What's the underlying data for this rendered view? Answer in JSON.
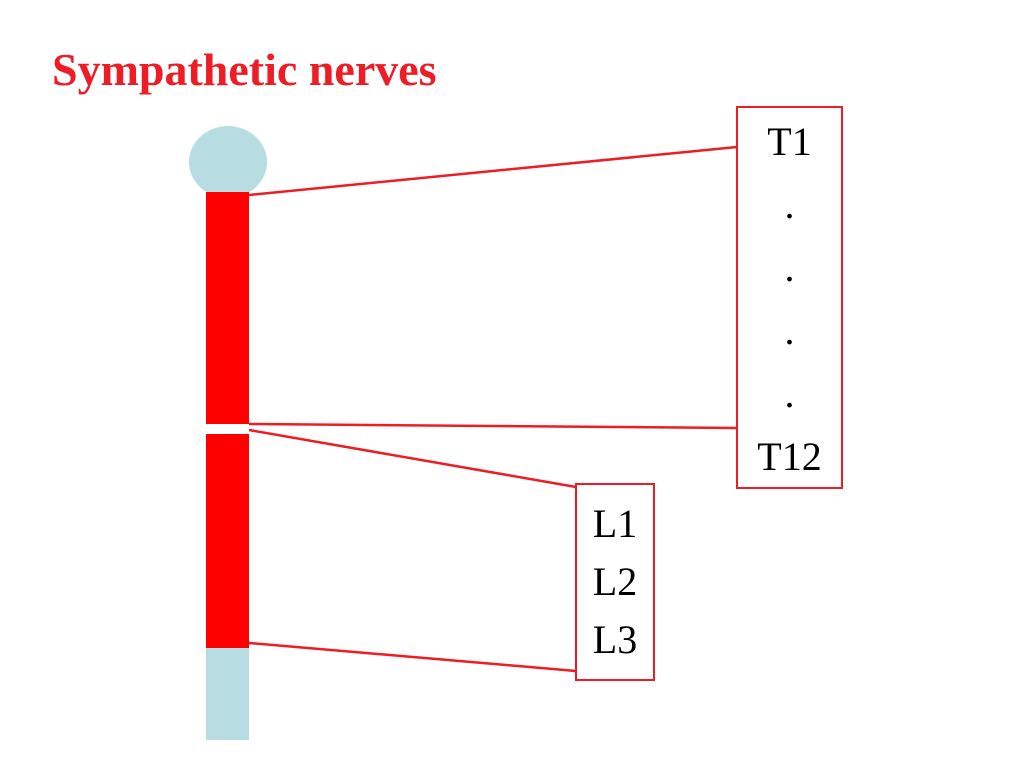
{
  "title": "Sympathetic nerves",
  "thoracic_box": {
    "labels": [
      "T1",
      ".",
      ".",
      ".",
      ".",
      "T12"
    ]
  },
  "lumbar_box": {
    "labels": [
      "L1",
      "L2",
      "L3"
    ]
  },
  "colors": {
    "title": "#ee1c25",
    "cord_sympathetic": "#ff0000",
    "cord_other": "#b7dde2",
    "connector_lines": "#ee1c25",
    "box_border": "#ee1c25",
    "label_text": "#000000"
  }
}
